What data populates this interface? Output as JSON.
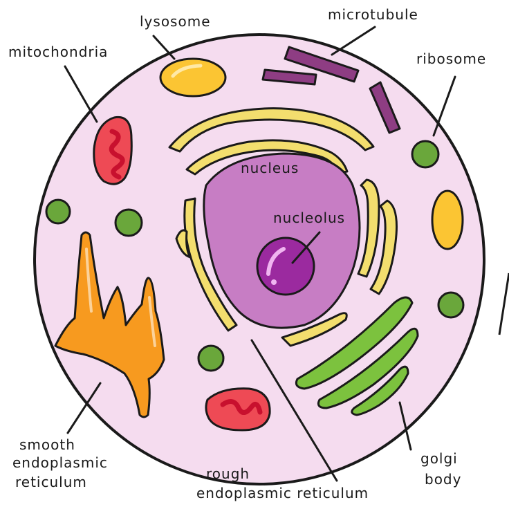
{
  "labels": {
    "lysosome": "lysosome",
    "microtubule": "microtubule",
    "mitochondria": "mitochondria",
    "ribosome": "ribosome",
    "nucleus": "nucleus",
    "nucleolus": "nucleolus",
    "smooth_er_line1": "smooth",
    "smooth_er_line2": "endoplasmic",
    "smooth_er_line3": "reticulum",
    "rough_er_line1": "rough",
    "rough_er_line2": "endoplasmic reticulum",
    "golgi_line1": "golgi",
    "golgi_line2": "body"
  },
  "colors": {
    "cytoplasm": "#f5dcef",
    "nucleus": "#c77dc4",
    "nucleolus": "#9b2a9f",
    "rough_er": "#f3de6e",
    "smooth_er": "#f79a1f",
    "mitochondria": "#ee4a55",
    "lysosome": "#fbc533",
    "ribosome": "#6aa73b",
    "golgi": "#7cc23e",
    "microtubule": "#8e3d83"
  }
}
